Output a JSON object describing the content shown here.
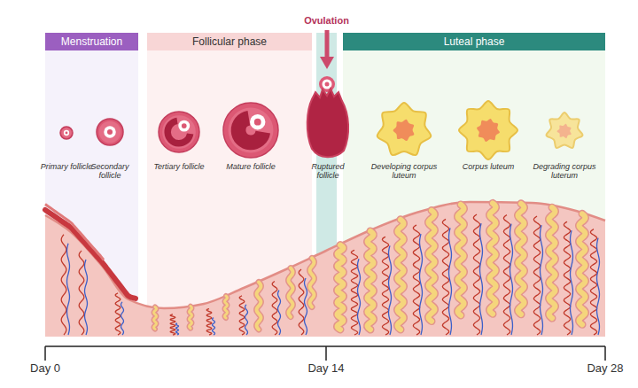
{
  "diagram": {
    "nodes": [
      {
        "text": [
          "Menstruation"
        ]
      },
      {
        "text": [
          "Follicular phase"
        ]
      },
      {
        "text": [
          "Ovulation"
        ]
      },
      {
        "text": [
          "Luteal phase"
        ]
      }
    ],
    "labels": [
      "Primary follicle",
      "Secondary follicle",
      "Tertiary follicle",
      "Mature follicle",
      "Ruptured follicle",
      "Developing corpus luteum",
      "Corpus luteum",
      "Degrading corpus luterum",
      "Day 0",
      "Day 14",
      "Day 28"
    ]
  }
}
